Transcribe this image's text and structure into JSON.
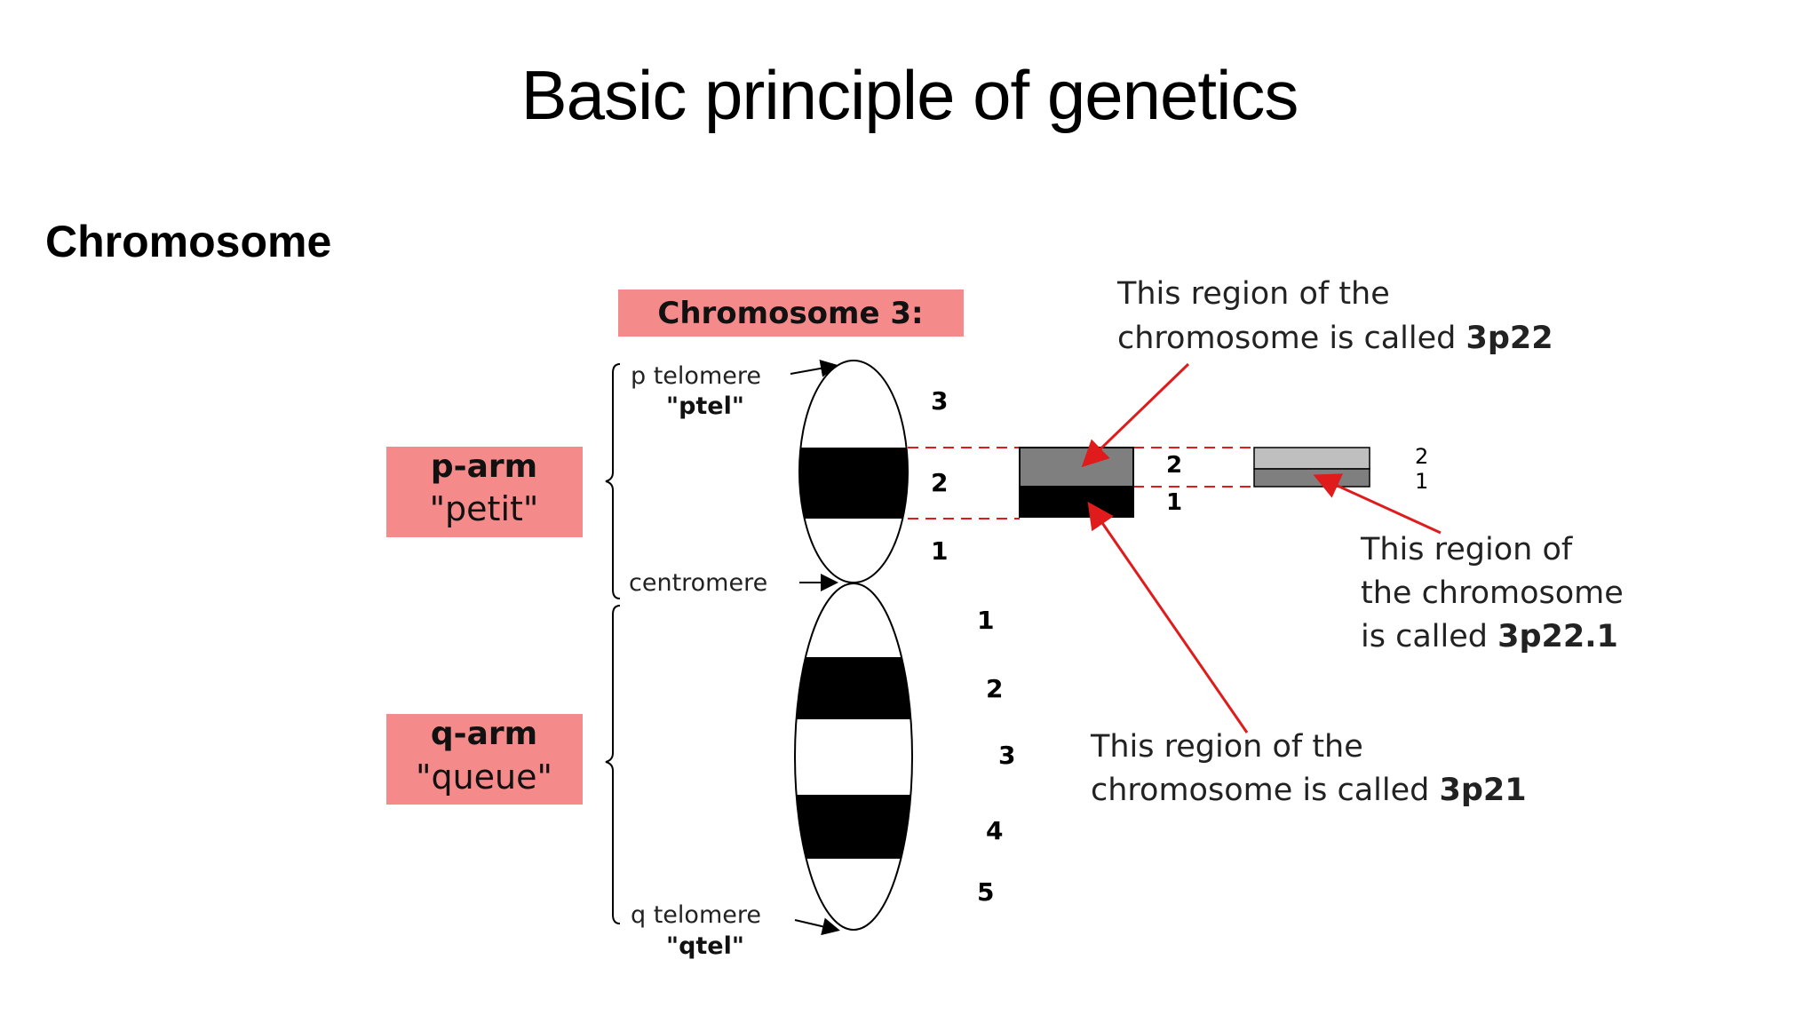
{
  "slide": {
    "title": "Basic principle of genetics",
    "subtitle": "Chromosome"
  },
  "diagram": {
    "heading": "Chromosome 3:",
    "p_arm": {
      "line1": "p-arm",
      "line2": "\"petit\""
    },
    "q_arm": {
      "line1": "q-arm",
      "line2": "\"queue\""
    },
    "p_telomere": {
      "line1": "p telomere",
      "line2": "\"ptel\""
    },
    "centromere": "centromere",
    "q_telomere": {
      "line1": "q telomere",
      "line2": "\"qtel\""
    },
    "p_band_numbers": [
      "3",
      "2",
      "1"
    ],
    "q_band_numbers": [
      "1",
      "2",
      "3",
      "4",
      "5"
    ],
    "zoom1_numbers": [
      "2",
      "1"
    ],
    "zoom2_numbers": [
      "2",
      "1"
    ],
    "callout_3p22": {
      "line1": "This region of the",
      "line2_prefix": "chromosome is called ",
      "line2_bold": "3p22"
    },
    "callout_3p22_1": {
      "line1": "This region of",
      "line2": "the chromosome",
      "line3_prefix": "is called ",
      "line3_bold": "3p22.1"
    },
    "callout_3p21": {
      "line1": "This region of the",
      "line2_prefix": "chromosome is called ",
      "line2_bold": "3p21"
    },
    "colors": {
      "label_box": "#f48a8a",
      "arrow": "#e01b1b",
      "dashed": "#e01b1b",
      "band_dark": "#000000",
      "band_mid": "#7f7f7f",
      "band_light": "#bfbfbf"
    }
  }
}
